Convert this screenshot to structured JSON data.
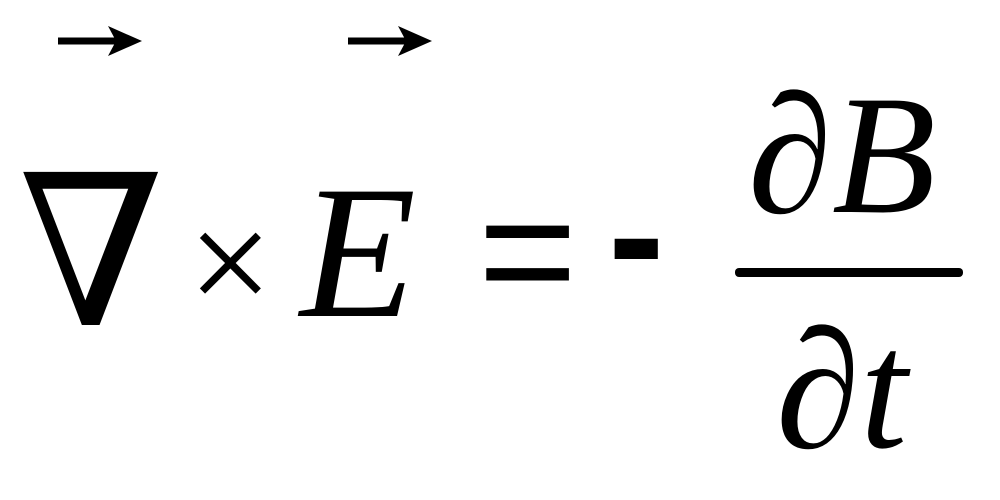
{
  "equation": {
    "nabla": "∇",
    "cross": "×",
    "e": "E",
    "equals": "=",
    "minus": "-",
    "numerator": "∂B",
    "denominator": "∂t"
  },
  "icons": {
    "vector_arrow_1": "right-arrow-icon",
    "vector_arrow_2": "right-arrow-icon"
  },
  "colors": {
    "background": "#ffffff",
    "ink": "#000000"
  }
}
